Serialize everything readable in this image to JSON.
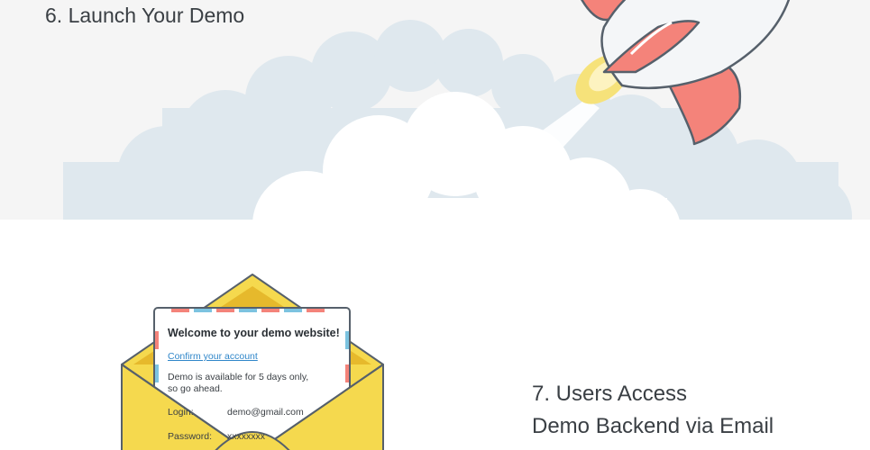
{
  "steps": {
    "launch": {
      "title": "6. Launch Your Demo"
    },
    "access": {
      "title_line1": "7. Users Access",
      "title_line2": "Demo Backend via Email"
    }
  },
  "email": {
    "heading": "Welcome to your demo website!",
    "confirm_link": "Confirm your account",
    "body_line1": "Demo is available for 5 days only,",
    "body_line2": "so go ahead.",
    "login_label": "Login:",
    "login_value": "demo@gmail.com",
    "password_label": "Password:",
    "password_value": "xxxxxxxx"
  },
  "icons": {
    "rocket": "rocket-icon",
    "clouds": "cloud-icon",
    "envelope": "envelope-icon"
  },
  "colors": {
    "band_background": "#f5f5f5",
    "cloud_back": "#dfe8ee",
    "cloud_front": "#ffffff",
    "rocket_body": "#f4f6f8",
    "rocket_fin": "#f4837a",
    "rocket_flame": "#f6e27a",
    "envelope": "#f5d94e",
    "envelope_dark": "#e6b92c",
    "link": "#2f86c9",
    "text": "#3a3f44"
  }
}
